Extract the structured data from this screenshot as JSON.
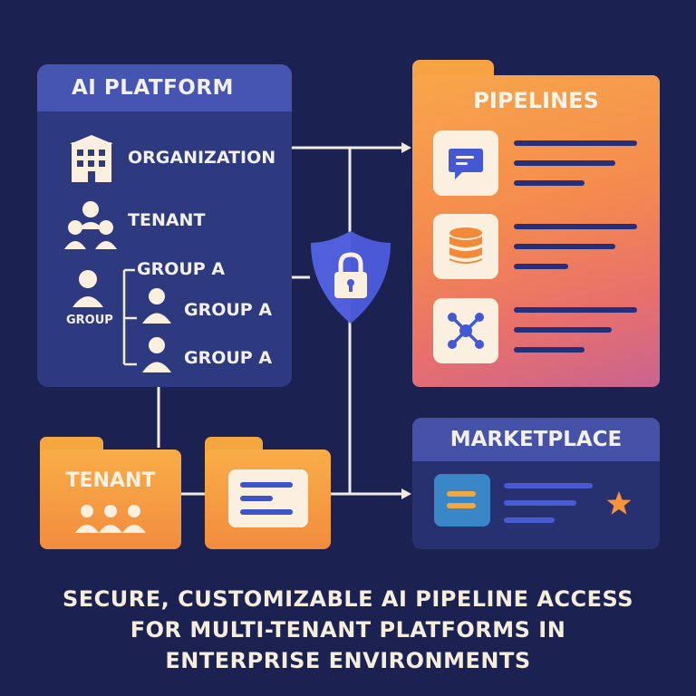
{
  "platform": {
    "title": "AI PLATFORM",
    "organization_label": "ORGANIZATION",
    "tenant_label": "TENANT",
    "group_label": "GROUP",
    "groups": [
      "GROUP A",
      "GROUP A",
      "GROUP A"
    ]
  },
  "pipelines": {
    "title": "PIPELINES",
    "items": [
      "chat-icon",
      "database-icon",
      "network-icon"
    ]
  },
  "marketplace": {
    "title": "MARKETPLACE"
  },
  "tenant_folder": {
    "label": "TENANT"
  },
  "caption": {
    "lines": [
      "SECURE, CUSTOMIZABLE AI PIPELINE ACCESS",
      "FOR MULTI-TENANT PLATFORMS IN",
      "ENTERPRISE ENVIRONMENTS"
    ]
  },
  "colors": {
    "background": "#1b2150",
    "panel": "#2e3a80",
    "panel_header": "#4654b2",
    "accent_orange": "#f7a243",
    "shield": "#4a5ad6",
    "star": "#f7933a",
    "text_light": "#f3f0ea"
  }
}
